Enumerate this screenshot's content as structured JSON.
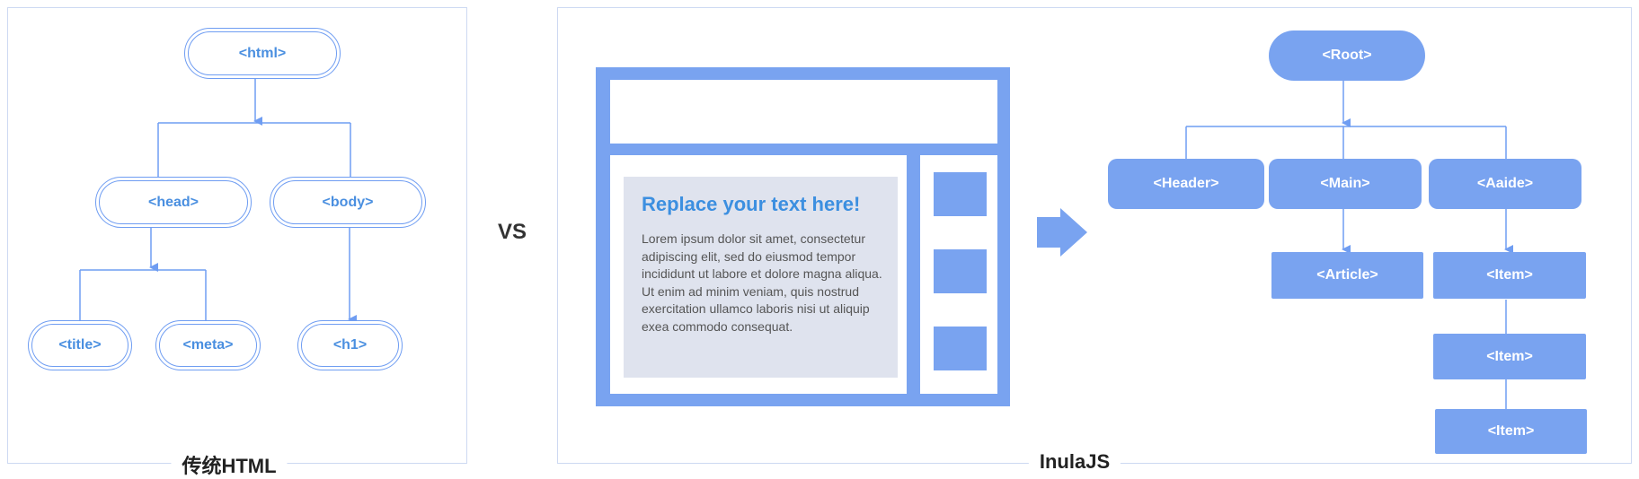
{
  "left_panel": {
    "caption": "传统HTML",
    "nodes": {
      "html": "<html>",
      "head": "<head>",
      "body": "<body>",
      "title": "<title>",
      "meta": "<meta>",
      "h1": "<h1>"
    }
  },
  "vs_label": "VS",
  "right_panel": {
    "caption": "InulaJS",
    "mockup": {
      "title": "Replace your text here!",
      "body": "Lorem ipsum dolor sit amet, consectetur adipiscing elit, sed do eiusmod tempor incididunt ut labore et dolore magna aliqua. Ut enim ad minim veniam, quis nostrud exercitation ullamco laboris nisi ut aliquip exea commodo consequat."
    },
    "nodes": {
      "root": "<Root>",
      "header": "<Header>",
      "main": "<Main>",
      "aside": "<Aaide>",
      "article": "<Article>",
      "item1": "<Item>",
      "item2": "<Item>",
      "item3": "<Item>"
    }
  },
  "colors": {
    "node_fill": "#79a3f0",
    "node_outline": "#6f9df2",
    "node_text_outline": "#4a8fe0",
    "panel_border": "#cdd9f2",
    "mock_gray": "#dfe3ee"
  }
}
